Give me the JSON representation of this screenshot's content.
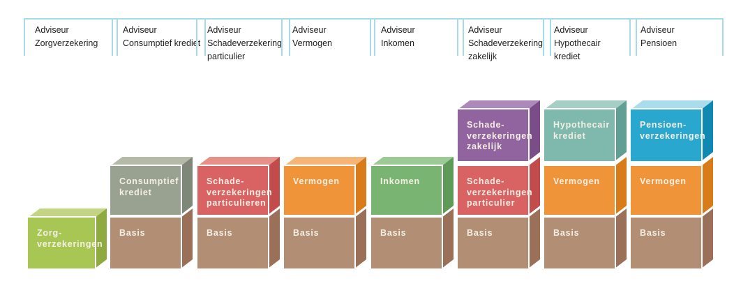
{
  "theme": {
    "bg": "#ffffff",
    "hdr-border": "#a7dbec",
    "hdr-text": "#1d1d1b",
    "label-text": "#f4efe4"
  },
  "palettes": {
    "lime": {
      "front": "#a8c654",
      "top": "#c3d482",
      "side": "#8fab3f"
    },
    "brown": {
      "front": "#b18e74",
      "top": "#c6a98f",
      "side": "#9a7158"
    },
    "sage": {
      "front": "#99a191",
      "top": "#b4baa8",
      "side": "#7e8778"
    },
    "red": {
      "front": "#d96262",
      "top": "#e69089",
      "side": "#c24b4b"
    },
    "orange": {
      "front": "#f0943a",
      "top": "#f5b577",
      "side": "#d87c19"
    },
    "green": {
      "front": "#7ab473",
      "top": "#9dc995",
      "side": "#5e9b58"
    },
    "purple": {
      "front": "#91639f",
      "top": "#af88bb",
      "side": "#7a4d88"
    },
    "teal": {
      "front": "#7fb8ad",
      "top": "#a5cfc5",
      "side": "#619e93"
    },
    "blue": {
      "front": "#2aa7ce",
      "top": "#a9dcec",
      "side": "#0f89b1"
    }
  },
  "columns": [
    {
      "header": "Adviseur\nZorgverzekering",
      "blocks": [
        {
          "label": "Zorg-\nverzekeringen",
          "palette": "lime"
        }
      ]
    },
    {
      "header": "Adviseur\nConsumptief krediet",
      "blocks": [
        {
          "label": "Consumptief\nkrediet",
          "palette": "sage"
        },
        {
          "label": "Basis",
          "palette": "brown"
        }
      ]
    },
    {
      "header": "Adviseur\nSchadeverzekering\nparticulier",
      "blocks": [
        {
          "label": "Schade-\nverzekeringen\nparticulieren",
          "palette": "red"
        },
        {
          "label": "Basis",
          "palette": "brown"
        }
      ]
    },
    {
      "header": "Adviseur\nVermogen",
      "blocks": [
        {
          "label": "Vermogen",
          "palette": "orange"
        },
        {
          "label": "Basis",
          "palette": "brown"
        }
      ]
    },
    {
      "header": "Adviseur\nInkomen",
      "blocks": [
        {
          "label": "Inkomen",
          "palette": "green"
        },
        {
          "label": "Basis",
          "palette": "brown"
        }
      ]
    },
    {
      "header": "Adviseur\nSchadeverzekering\nzakelijk",
      "blocks": [
        {
          "label": "Schade-\nverzekeringen\nzakelijk",
          "palette": "purple"
        },
        {
          "label": "Schade-\nverzekeringen\nparticulier",
          "palette": "red"
        },
        {
          "label": "Basis",
          "palette": "brown"
        }
      ]
    },
    {
      "header": "Adviseur\nHypothecair\nkrediet",
      "blocks": [
        {
          "label": "Hypothecair\nkrediet",
          "palette": "teal"
        },
        {
          "label": "Vermogen",
          "palette": "orange"
        },
        {
          "label": "Basis",
          "palette": "brown"
        }
      ]
    },
    {
      "header": "Adviseur\nPensioen",
      "blocks": [
        {
          "label": "Pensioen-\nverzekeringen",
          "palette": "blue"
        },
        {
          "label": "Vermogen",
          "palette": "orange"
        },
        {
          "label": "Basis",
          "palette": "brown"
        }
      ]
    }
  ]
}
